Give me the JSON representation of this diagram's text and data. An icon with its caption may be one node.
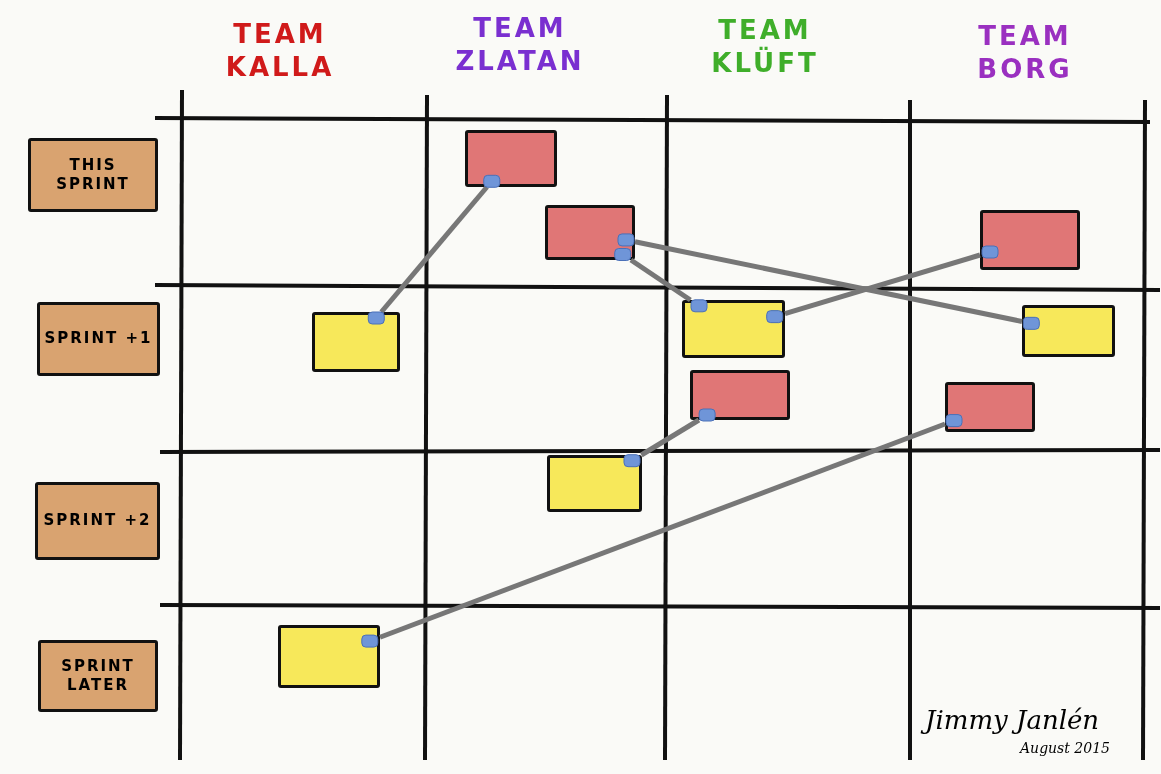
{
  "diagram": {
    "nodes": [
      {
        "text": [
          "THIS SPRINT"
        ]
      },
      {
        "text": [
          "SPRINT +1"
        ]
      },
      {
        "text": [
          "SPRINT +2"
        ]
      },
      {
        "text": [
          "SPRINT LATER"
        ]
      },
      {
        "text": [],
        "shape": "box"
      },
      {
        "text": [],
        "shape": "box"
      },
      {
        "text": [],
        "shape": "box"
      },
      {
        "text": [],
        "shape": "box"
      },
      {
        "text": [],
        "shape": "box"
      },
      {
        "text": [],
        "shape": "box"
      },
      {
        "text": [],
        "shape": "box"
      },
      {
        "text": [],
        "shape": "box"
      },
      {
        "text": [],
        "shape": "box"
      },
      {
        "text": [],
        "shape": "box"
      }
    ],
    "edges": [
      {
        "from": 4,
        "to": 9,
        "arrow": "none"
      },
      {
        "from": 5,
        "to": 7,
        "arrow": "none"
      },
      {
        "from": 5,
        "to": 8,
        "arrow": "none"
      },
      {
        "from": 6,
        "to": 7,
        "arrow": "none"
      },
      {
        "from": 10,
        "to": 12,
        "arrow": "none"
      },
      {
        "from": 11,
        "to": 13,
        "arrow": "none"
      }
    ],
    "labels": [
      "TEAM KALLA",
      "TEAM ZLATAN",
      "TEAM KLÜFT",
      "TEAM BORG",
      "Jimmy Janlén",
      "August 2015"
    ]
  }
}
